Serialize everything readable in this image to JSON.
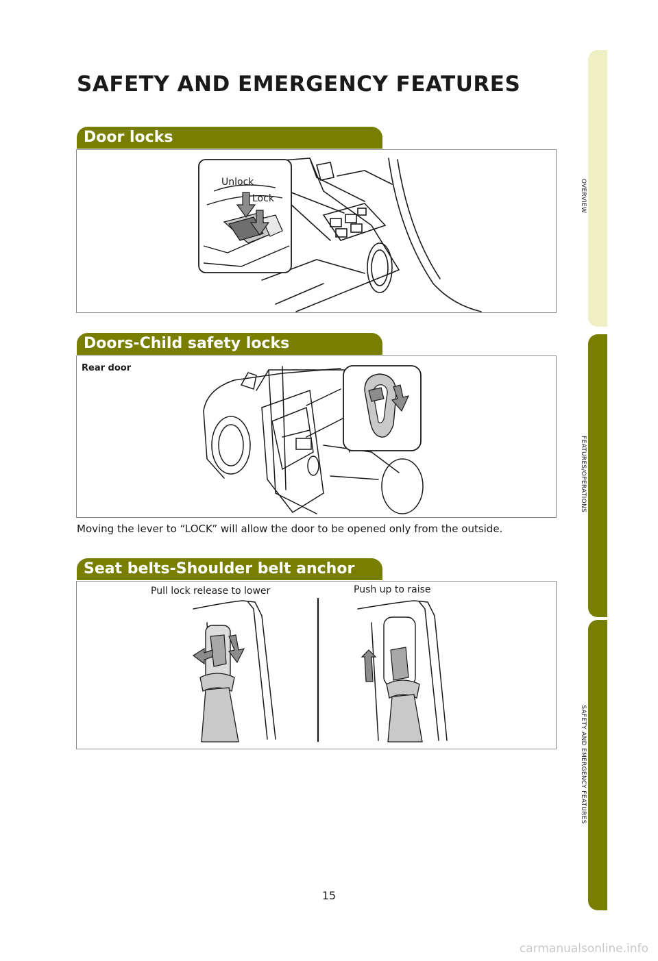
{
  "page_title": "SAFETY AND EMERGENCY FEATURES",
  "sections": {
    "door_locks": {
      "title": "Door locks",
      "labels": {
        "unlock": "Unlock",
        "lock": "Lock"
      }
    },
    "child_locks": {
      "title": "Doors-Child safety locks",
      "label": "Rear door",
      "caption": "Moving the lever to “LOCK” will allow the door to be opened only from the outside."
    },
    "belt_anchor": {
      "title": "Seat belts-Shoulder belt anchor",
      "label_left": "Pull lock release to lower",
      "label_right": "Push up to raise"
    }
  },
  "side_tabs": [
    "OVERVIEW",
    "FEATURES/OPERATIONS",
    "SAFETY AND EMERGENCY FEATURES"
  ],
  "page_number": "15",
  "watermark": "carmanualsonline.info",
  "colors": {
    "accent": "#787f00",
    "accent_light": "#efefc4",
    "illustration_grey": "#c9c9c9"
  }
}
